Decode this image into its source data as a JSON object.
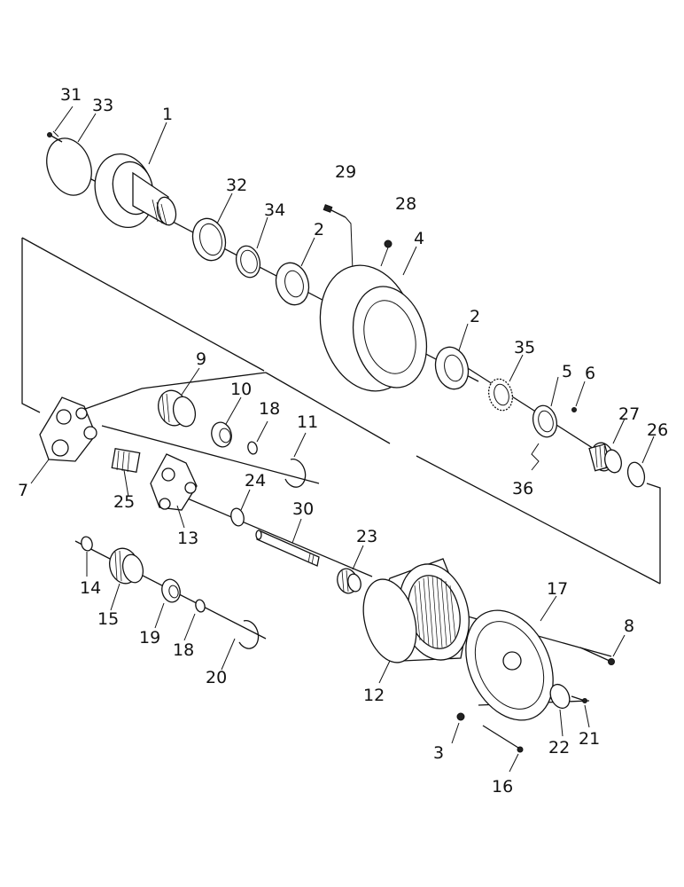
{
  "callouts": {
    "p1": "1",
    "p2a": "2",
    "p2b": "2",
    "p3": "3",
    "p4": "4",
    "p5": "5",
    "p6": "6",
    "p7": "7",
    "p8": "8",
    "p9": "9",
    "p10": "10",
    "p11": "11",
    "p12": "12",
    "p13": "13",
    "p14": "14",
    "p15": "15",
    "p16": "16",
    "p17": "17",
    "p18a": "18",
    "p18b": "18",
    "p19": "19",
    "p20": "20",
    "p21": "21",
    "p22": "22",
    "p23": "23",
    "p24": "24",
    "p25": "25",
    "p26": "26",
    "p27": "27",
    "p28": "28",
    "p29": "29",
    "p30": "30",
    "p31": "31",
    "p32": "32",
    "p33": "33",
    "p34": "34",
    "p35": "35",
    "p36": "36"
  }
}
